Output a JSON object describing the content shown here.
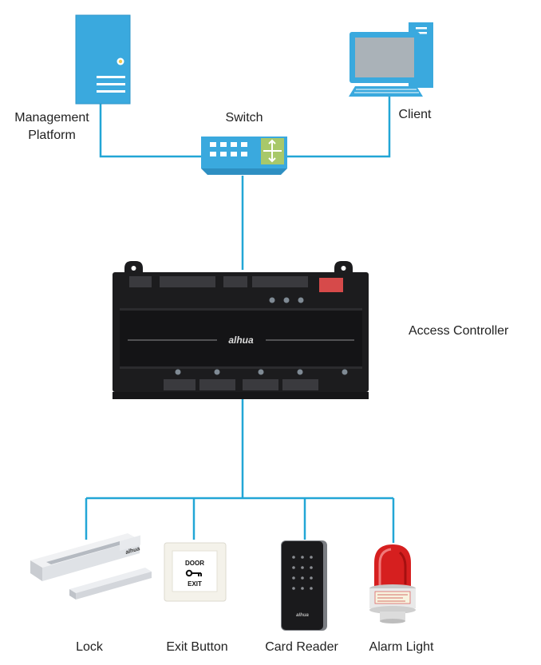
{
  "colors": {
    "connector": "#22a6d6",
    "device_blue": "#3aa9de",
    "controller_body": "#1c1c1e",
    "alarm_red": "#d61f1f"
  },
  "nodes": {
    "management_platform": {
      "label_line1": "Management",
      "label_line2": "Platform",
      "icon": "server-icon"
    },
    "switch": {
      "label": "Switch",
      "icon": "network-switch-icon"
    },
    "client": {
      "label": "Client",
      "icon": "desktop-computer-icon"
    },
    "access_controller": {
      "label": "Access Controller",
      "brand": "alhua",
      "icon": "access-controller-icon"
    },
    "lock": {
      "label": "Lock",
      "brand": "alhua",
      "icon": "magnetic-lock-icon"
    },
    "exit_button": {
      "label": "Exit Button",
      "text_top": "DOOR",
      "text_bottom": "EXIT",
      "icon": "exit-button-icon"
    },
    "card_reader": {
      "label": "Card Reader",
      "brand": "alhua",
      "icon": "card-reader-icon"
    },
    "alarm_light": {
      "label": "Alarm Light",
      "icon": "alarm-light-icon"
    }
  }
}
